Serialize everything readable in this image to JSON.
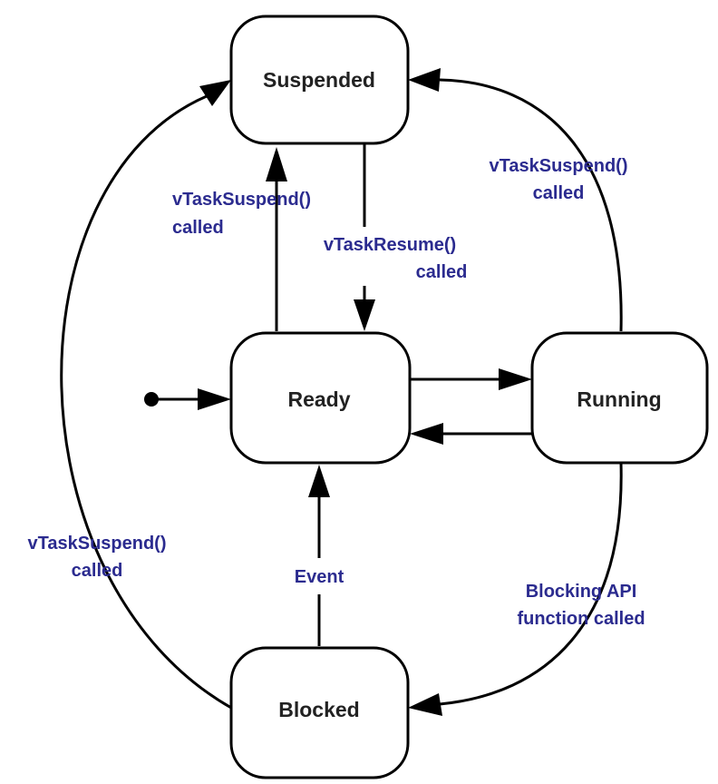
{
  "states": {
    "suspended": "Suspended",
    "ready": "Ready",
    "running": "Running",
    "blocked": "Blocked"
  },
  "transitions": {
    "ready_to_suspended": [
      "vTaskSuspend()",
      "called"
    ],
    "suspended_to_ready": [
      "vTaskResume()",
      "called"
    ],
    "running_to_suspended": [
      "vTaskSuspend()",
      "called"
    ],
    "blocked_to_suspended": [
      "vTaskSuspend()",
      "called"
    ],
    "blocked_to_ready": [
      "Event"
    ],
    "running_to_blocked": [
      "Blocking API",
      "function called"
    ]
  },
  "colors": {
    "label": "#2b2b8f",
    "stroke": "#000000"
  }
}
